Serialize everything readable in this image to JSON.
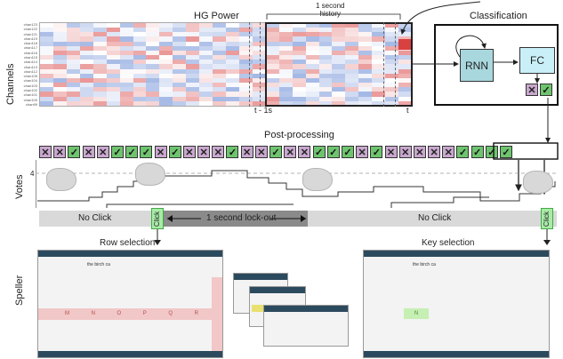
{
  "heatmap": {
    "title": "HG Power",
    "ylabel": "Channels",
    "channels": [
      "chan123",
      "chan122",
      "chan121",
      "chan119",
      "chan118",
      "chan117",
      "chan116",
      "chan115",
      "chan114",
      "chan113",
      "chan112",
      "chan105",
      "chan104",
      "chan103",
      "chan102",
      "chan101",
      "chan100",
      "chan99"
    ],
    "history_label": "1 second\nhistory",
    "t_minus_label": "t - 1s",
    "t_label": "t"
  },
  "classification": {
    "title": "Classification",
    "rnn_label": "RNN",
    "fc_label": "FC",
    "x_glyph": "✕",
    "check_glyph": "✓"
  },
  "postprocessing": {
    "title": "Post-processing",
    "votes_label": "Votes",
    "threshold_label": "4",
    "sequence": [
      "x",
      "x",
      "v",
      "x",
      "x",
      "v",
      "v",
      "v",
      "x",
      "v",
      "x",
      "x",
      "x",
      "v",
      "x",
      "x",
      "v",
      "x",
      "x",
      "v",
      "v",
      "v",
      "x",
      "v",
      "x",
      "x",
      "x",
      "x",
      "x",
      "v",
      "v",
      "v",
      "v"
    ]
  },
  "timeline": {
    "no_click_left": "No Click",
    "no_click_right": "No Click",
    "lockout_label": "1 second lock-out",
    "click_label": "Click"
  },
  "speller": {
    "label": "Speller",
    "row_selection_label": "Row selection",
    "key_selection_label": "Key selection",
    "typed_text": "the birch ca",
    "row_letters": [
      "M",
      "N",
      "O",
      "P",
      "Q",
      "R"
    ],
    "selected_key": "N"
  },
  "colors": {
    "red": "#d84040",
    "blue": "#5a7fd0",
    "rnn_fill": "#a8d8de",
    "fc_fill": "#c9f0f8",
    "x_fill": "#c9a8cf",
    "check_fill": "#6ec46e"
  }
}
